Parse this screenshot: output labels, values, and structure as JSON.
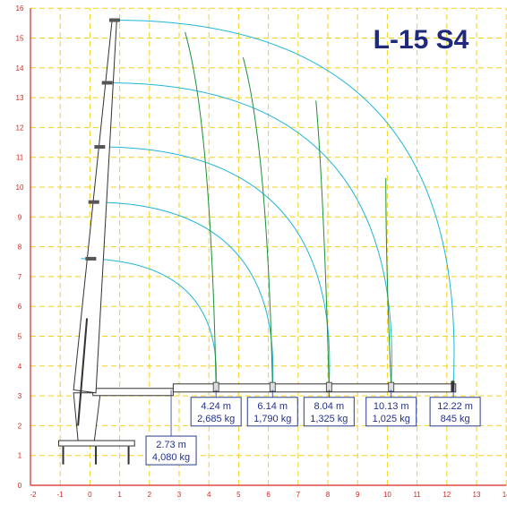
{
  "title": "L-15 S4",
  "chart_data": {
    "type": "diagram",
    "x_range": [
      -2,
      14
    ],
    "y_range": [
      0,
      16
    ],
    "x_ticks": [
      "-2",
      "-1",
      "0",
      "1",
      "2",
      "3",
      "4",
      "5",
      "6",
      "7",
      "8",
      "9",
      "10",
      "11",
      "12",
      "13",
      "14"
    ],
    "y_ticks": [
      "0",
      "1",
      "2",
      "3",
      "4",
      "5",
      "6",
      "7",
      "8",
      "9",
      "10",
      "11",
      "12",
      "13",
      "14",
      "15",
      "16"
    ],
    "load_labels": [
      {
        "reach": "2.73 m",
        "load": "4,080 kg",
        "x": 2.73
      },
      {
        "reach": "4.24 m",
        "load": "2,685 kg",
        "x": 4.24
      },
      {
        "reach": "6.14 m",
        "load": "1,790 kg",
        "x": 6.14
      },
      {
        "reach": "8.04 m",
        "load": "1,325 kg",
        "x": 8.04
      },
      {
        "reach": "10.13 m",
        "load": "1,025 kg",
        "x": 10.13
      },
      {
        "reach": "12.22 m",
        "load": "845 kg",
        "x": 12.22
      }
    ],
    "envelope_arcs": [
      {
        "boom_tip": [
          0.85,
          15.6
        ],
        "end_x": 12.22,
        "end_y": 3.35
      },
      {
        "boom_tip": [
          0.6,
          13.5
        ],
        "end_x": 10.13,
        "end_y": 3.35
      },
      {
        "boom_tip": [
          0.3,
          11.35
        ],
        "end_x": 8.04,
        "end_y": 3.35
      },
      {
        "boom_tip": [
          0.0,
          9.5
        ],
        "end_x": 6.14,
        "end_y": 3.35
      },
      {
        "boom_tip": [
          -0.3,
          7.6
        ],
        "end_x": 4.24,
        "end_y": 3.35
      }
    ],
    "colors": {
      "grid": "#f5d11e",
      "axis": "#d7261e",
      "arc": "#21b5d9",
      "vertical": "#1e8f3a",
      "label_border": "#2b3e8c",
      "label_text": "#23318a",
      "title": "#1f2a7c"
    }
  }
}
